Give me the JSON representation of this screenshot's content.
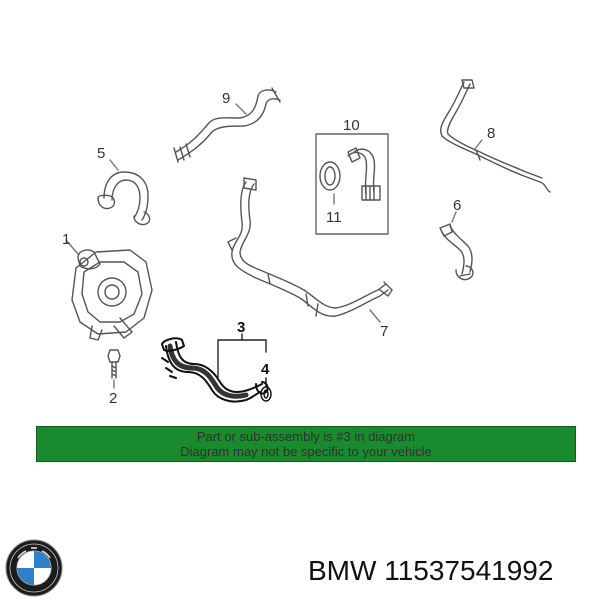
{
  "callouts": [
    "1",
    "2",
    "3",
    "4",
    "5",
    "6",
    "7",
    "8",
    "9",
    "10",
    "11"
  ],
  "banner": {
    "line1": "Part or sub-assembly is #3 in diagram",
    "line2": "Diagram may not be specific to your vehicle"
  },
  "part": {
    "brand": "BMW",
    "number": "11537541992",
    "label": "BMW 11537541992"
  },
  "colors": {
    "banner": "#1a8a2e",
    "line_art": "#555555",
    "highlight": "#111111"
  }
}
